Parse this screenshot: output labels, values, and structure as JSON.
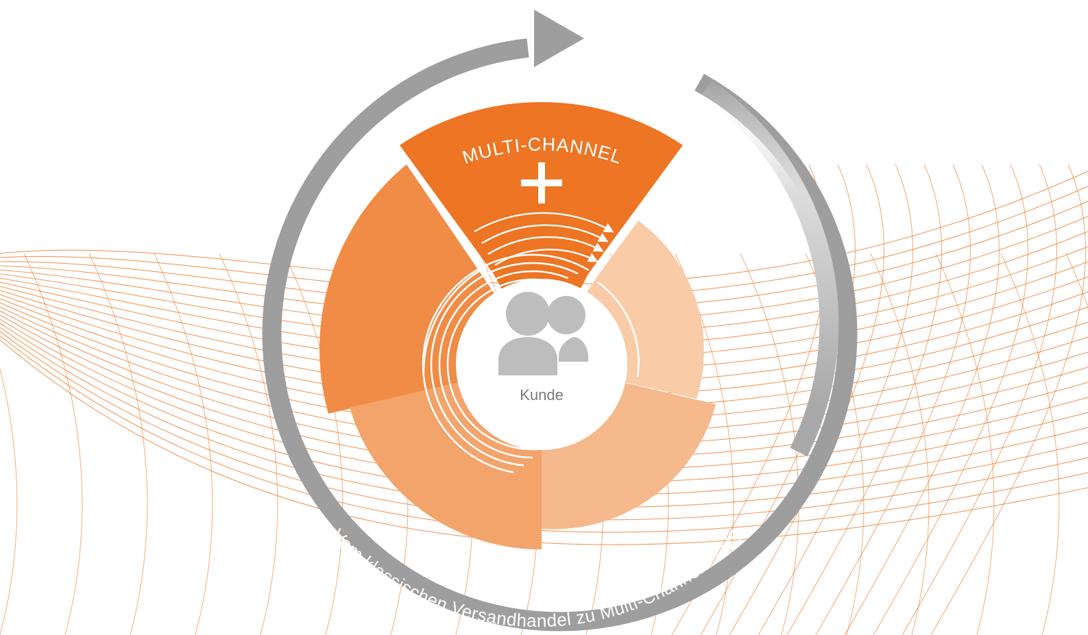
{
  "diagram": {
    "top_segment_label": "MULTI-CHANNEL",
    "top_segment_symbol": "+",
    "center_label": "Kunde",
    "center_icon": "users-group-icon",
    "ring_caption": "Vom klassischen Versandhandel zu Multi-Channel PLUS",
    "arrow_icon": "circular-arrow-icon"
  },
  "colors": {
    "accent": "#ED7523",
    "segment_top": "#ED7523",
    "segment_left": "#F08C46",
    "segment_bottom_left": "#F3A46B",
    "segment_bottom_right": "#F6B98B",
    "segment_right": "#F9CBA7",
    "ring_gray": "#9E9E9E",
    "icon_gray": "#BDBDBD",
    "label_gray": "#7A7A7A"
  }
}
